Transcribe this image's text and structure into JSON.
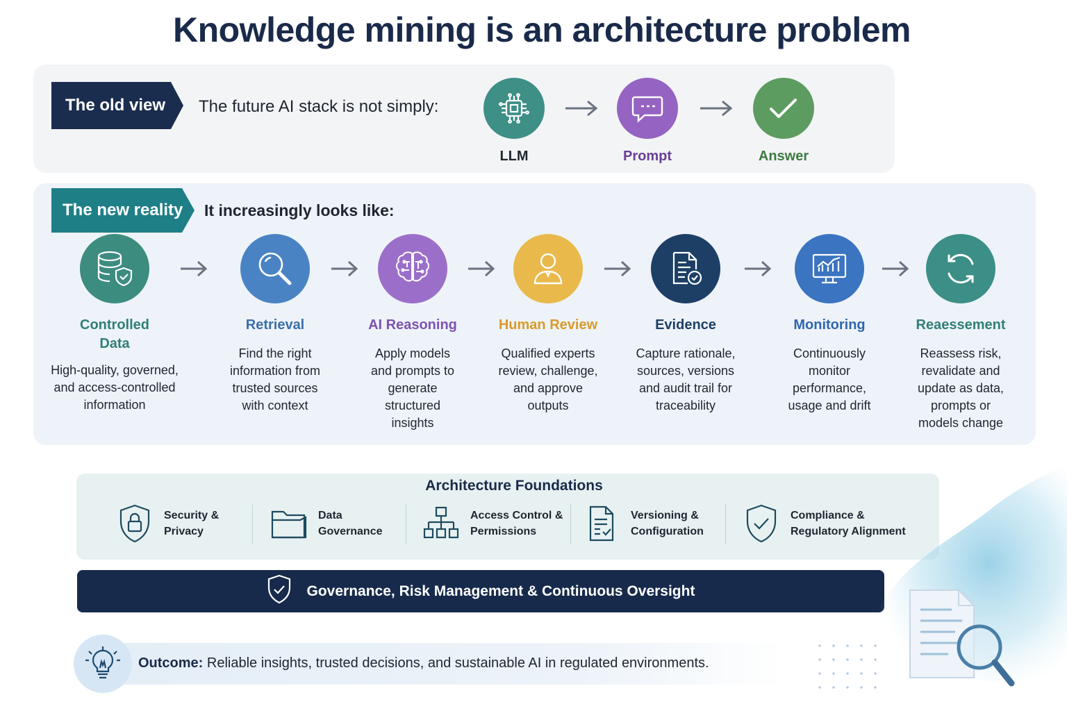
{
  "title": "Knowledge mining is an architecture problem",
  "old_view": {
    "tag": "The old view",
    "text": "The future AI stack is not simply:",
    "nodes": [
      {
        "label": "LLM",
        "color": "#3e8f86",
        "label_color": "#1f2530",
        "icon": "chip-icon"
      },
      {
        "label": "Prompt",
        "color": "#9563c2",
        "label_color": "#6a3f98",
        "icon": "chat-bubble-icon"
      },
      {
        "label": "Answer",
        "color": "#5d9c60",
        "label_color": "#3d7a41",
        "icon": "checkmark-icon"
      }
    ]
  },
  "new_reality": {
    "tag": "The new reality",
    "text": "It increasingly looks like:",
    "steps": [
      {
        "label": "Controlled Data",
        "desc": "High-quality, governed, and access-controlled information",
        "color": "#3d8c80",
        "label_color": "#2f7f77",
        "icon": "database-shield-icon"
      },
      {
        "label": "Retrieval",
        "desc": "Find the right information from trusted sources with context",
        "color": "#4a83c4",
        "label_color": "#3b6fa9",
        "icon": "magnifier-icon"
      },
      {
        "label": "AI Reasoning",
        "desc": "Apply models and prompts to generate structured insights",
        "color": "#9b6fc9",
        "label_color": "#7d52b1",
        "icon": "brain-icon"
      },
      {
        "label": "Human Review",
        "desc": "Qualified experts review, challenge, and approve outputs",
        "color": "#e9b94c",
        "label_color": "#d99a2a",
        "icon": "person-icon"
      },
      {
        "label": "Evidence",
        "desc": "Capture rationale, sources, versions and audit trail for traceability",
        "color": "#1d3f66",
        "label_color": "#1d3f66",
        "icon": "document-check-icon"
      },
      {
        "label": "Monitoring",
        "desc": "Continuously monitor performance, usage and drift",
        "color": "#3b74c0",
        "label_color": "#2f66ad",
        "icon": "monitor-chart-icon"
      },
      {
        "label": "Reaessement",
        "desc": "Reassess risk, revalidate and update as data, prompts or models change",
        "color": "#3c8f86",
        "label_color": "#2f7f77",
        "icon": "refresh-icon"
      }
    ]
  },
  "foundations": {
    "title": "Architecture Foundations",
    "items": [
      {
        "label": "Security &\nPrivacy",
        "icon": "shield-lock-icon"
      },
      {
        "label": "Data\nGovernance",
        "icon": "folder-icon"
      },
      {
        "label": "Access Control &\nPermissions",
        "icon": "org-chart-icon"
      },
      {
        "label": "Versioning &\nConfiguration",
        "icon": "document-list-icon"
      },
      {
        "label": "Compliance &\nRegulatory Alignment",
        "icon": "shield-check-icon"
      }
    ]
  },
  "governance": {
    "text": "Governance, Risk Management & Continuous Oversight"
  },
  "outcome": {
    "label": "Outcome:",
    "text": "Reliable insights, trusted decisions, and sustainable AI in regulated environments."
  }
}
